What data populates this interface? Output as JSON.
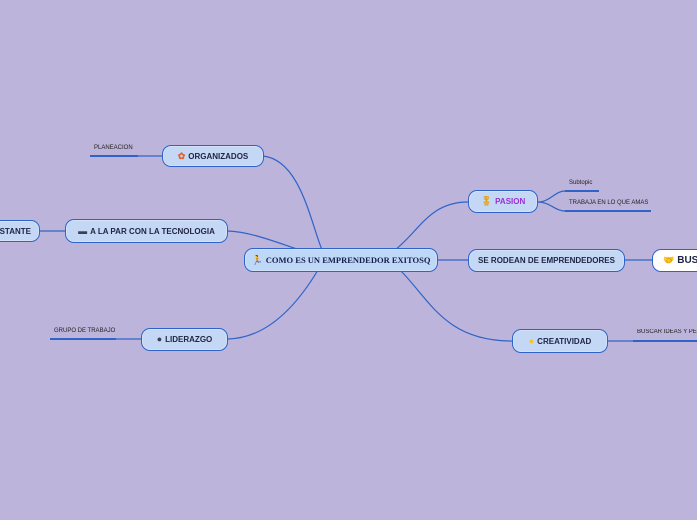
{
  "central": {
    "label": "COMO ES UN EMPRENDEDOR EXITOSQ",
    "icon": "person-running-icon"
  },
  "left": {
    "organizados": {
      "label": "ORGANIZADOS",
      "icon": "gear-orange-icon",
      "leaf": "PLANEACION"
    },
    "tecnologia": {
      "label": "A LA PAR CON LA TECNOLOGIA",
      "icon": "computer-icon",
      "leaf": "STANTE"
    },
    "liderazgo": {
      "label": "LIDERAZGO",
      "icon": "speaker-head-icon",
      "leaf": "GRUPO DE TRABAJO"
    }
  },
  "right": {
    "pasion": {
      "label": "PASION",
      "icon": "medal-icon",
      "label_color": "#9b2fd0",
      "leaves": [
        "Subtopic",
        "TRABAJA EN LO QUE AMAS"
      ]
    },
    "rodean": {
      "label": "SE RODEAN DE EMPRENDEDORES",
      "child_label": "BUS",
      "child_icon": "handshake-icon"
    },
    "creatividad": {
      "label": "CREATIVIDAD",
      "icon": "lightbulb-icon",
      "leaf": "BUSCAR IDEAS Y PER"
    }
  },
  "colors": {
    "background": "#bcb4da",
    "line": "#2f63c8",
    "node_fill": "#c4d8f6"
  }
}
